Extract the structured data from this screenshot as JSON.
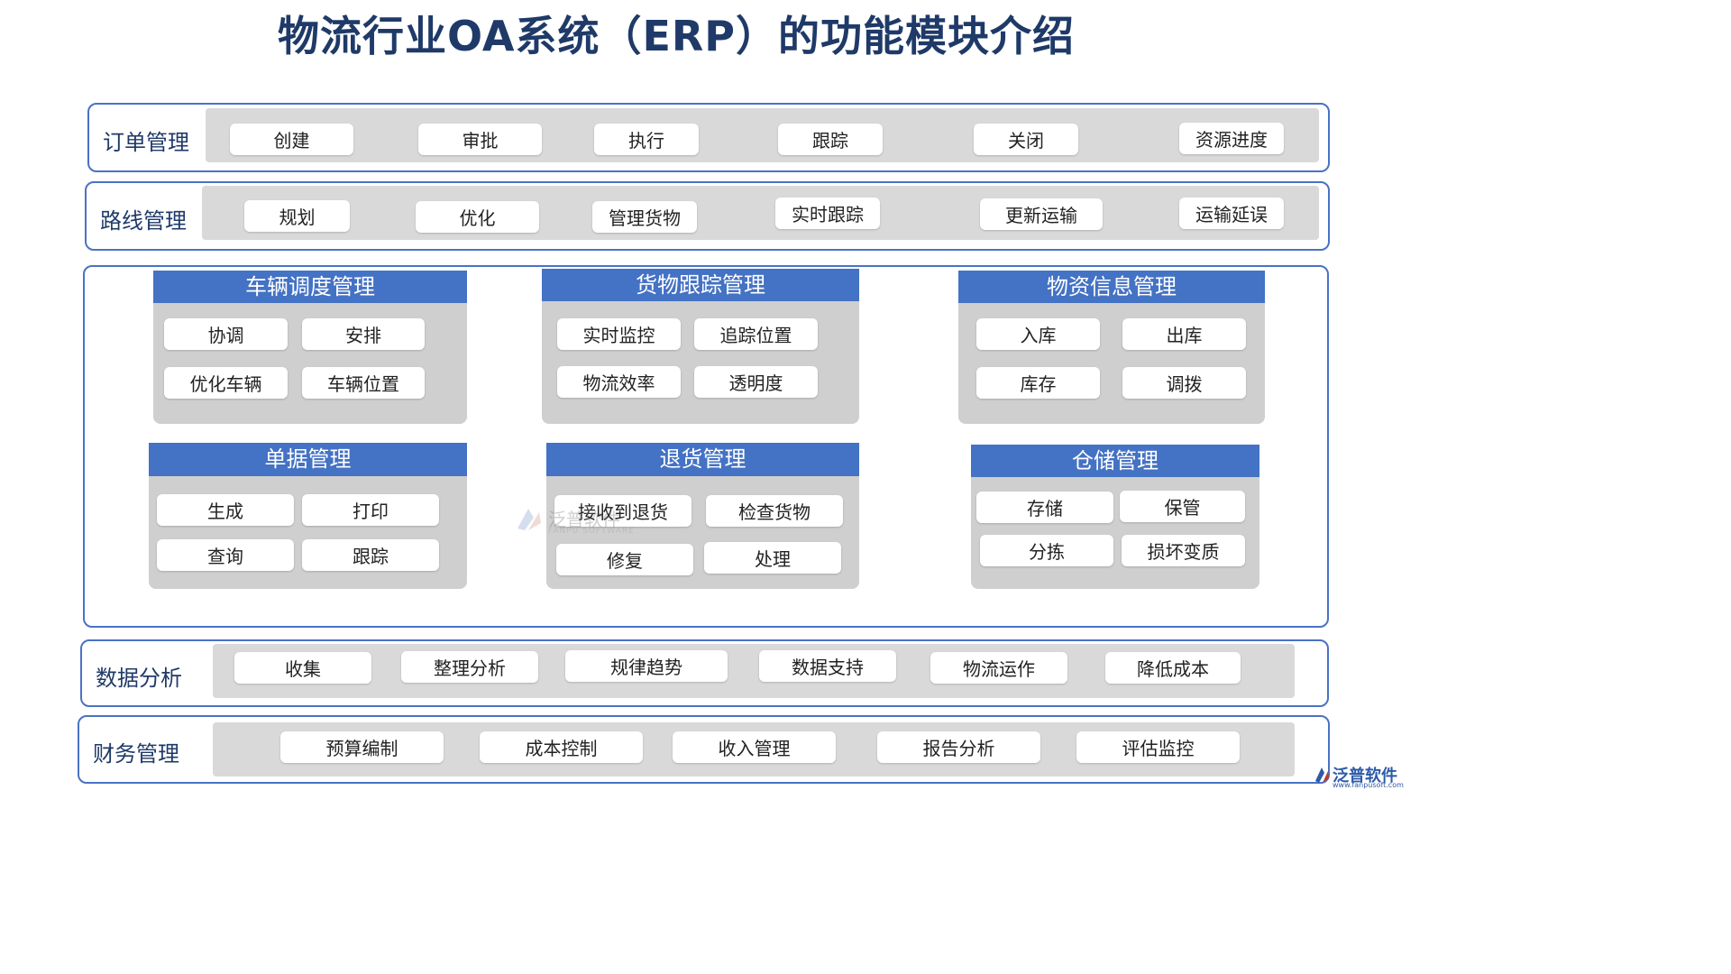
{
  "title": "物流行业OA系统（ERP）的功能模块介绍",
  "rows": [
    {
      "label": "订单管理",
      "items": [
        "创建",
        "审批",
        "执行",
        "跟踪",
        "关闭",
        "资源进度"
      ]
    },
    {
      "label": "路线管理",
      "items": [
        "规划",
        "优化",
        "管理货物",
        "实时跟踪",
        "更新运输",
        "运输延误"
      ]
    },
    {
      "label": "数据分析",
      "items": [
        "收集",
        "整理分析",
        "规律趋势",
        "数据支持",
        "物流运作",
        "降低成本"
      ]
    },
    {
      "label": "财务管理",
      "items": [
        "预算编制",
        "成本控制",
        "收入管理",
        "报告分析",
        "评估监控"
      ]
    }
  ],
  "modules": [
    {
      "title": "车辆调度管理",
      "items": [
        "协调",
        "安排",
        "优化车辆",
        "车辆位置"
      ]
    },
    {
      "title": "货物跟踪管理",
      "items": [
        "实时监控",
        "追踪位置",
        "物流效率",
        "透明度"
      ]
    },
    {
      "title": "物资信息管理",
      "items": [
        "入库",
        "出库",
        "库存",
        "调拨"
      ]
    },
    {
      "title": "单据管理",
      "items": [
        "生成",
        "打印",
        "查询",
        "跟踪"
      ]
    },
    {
      "title": "退货管理",
      "items": [
        "接收到退货",
        "检查货物",
        "修复",
        "处理"
      ]
    },
    {
      "title": "仓储管理",
      "items": [
        "存储",
        "保管",
        "分拣",
        "损坏变质"
      ]
    }
  ],
  "watermark": {
    "text": "泛普软件",
    "sub": "FANPU SOFTWARE"
  },
  "logo": {
    "text": "泛普软件",
    "url": "www.fanpusoft.com"
  },
  "colors": {
    "frame": "#4a72c4",
    "header": "#4472c4",
    "title": "#1f3a68",
    "strip": "#d9d9d9"
  }
}
